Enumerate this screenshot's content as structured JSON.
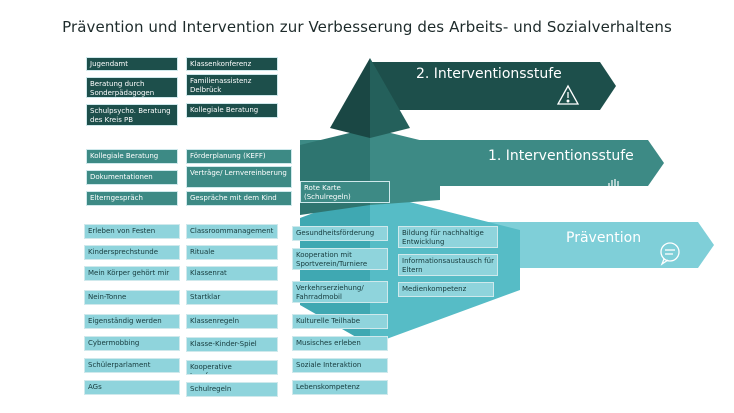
{
  "title": "Prävention und Intervention zur Verbesserung des Arbeits- und Sozialverhaltens",
  "colors": {
    "stage2": "#1d4f4b",
    "stage1": "#3d8a85",
    "praevention": "#7fcfd8",
    "praevention_dark": "#3fa8b2"
  },
  "stages": {
    "stage2": {
      "label": "2. Interventionsstufe",
      "icon": "warning-icon"
    },
    "stage1": {
      "label": "1. Interventionsstufe",
      "icon": "hand-icon"
    },
    "praevention": {
      "label": "Prävention",
      "icon": "speech-bubble-icon"
    }
  },
  "stage2_items": [
    "Jugendamt",
    "Klassenkonferenz",
    "Beratung durch Sonderpädagogen",
    "Familienassistenz Delbrück",
    "Schulpsycho. Beratung des Kreis PB",
    "Kollegiale Beratung"
  ],
  "stage1_items": [
    "Kollegiale Beratung",
    "Förderplanung (KEFF)",
    "Dokumentationen",
    "Verträge/ Lernvereinberung",
    "Elterngespräch",
    "Gespräche mit dem Kind",
    "Rote Karte (Schulregeln)"
  ],
  "praevention_items": [
    "Erleben von Festen",
    "Classroommanagement",
    "Gesundheitsförderung",
    "Bildung für nachhaltige Entwicklung",
    "Kindersprechstunde",
    "Rituale",
    "Kooperation mit Sportverein/Turniere",
    "Informationsaustausch für Eltern",
    "Mein Körper gehört mir",
    "Klassenrat",
    "Medienkompetenz",
    "Nein-Tonne",
    "Startklar",
    "Verkehrserziehung/ Fahrradmobil",
    "Eigenständig werden",
    "Klassenregeln",
    "Kulturelle Teilhabe",
    "Cybermobbing",
    "Klasse-Kinder-Spiel",
    "Musisches erleben",
    "Schülerparlament",
    "Kooperative Lernformen",
    "Soziale Interaktion",
    "AGs",
    "Schulregeln",
    "Lebenskompetenz"
  ]
}
